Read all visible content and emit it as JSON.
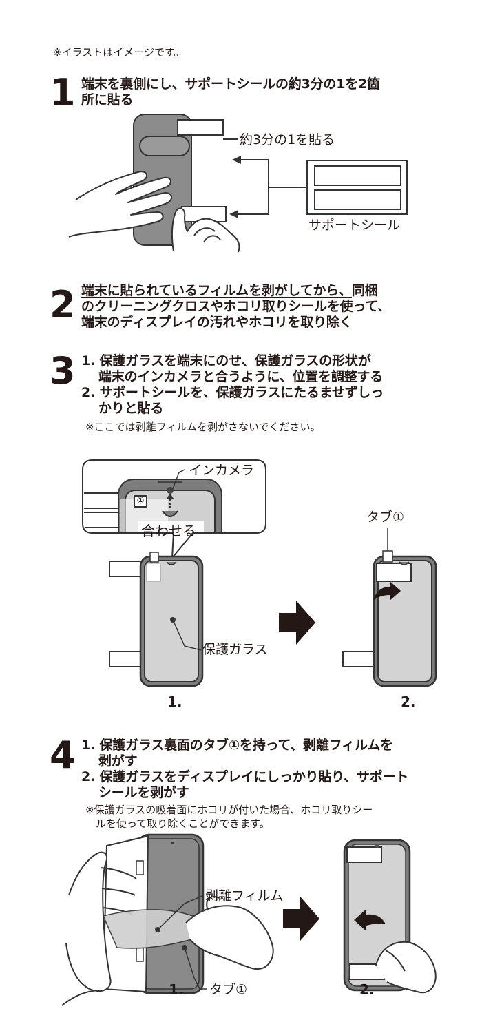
{
  "top_note": "※イラストはイメージです。",
  "step1": {
    "number": "1",
    "lines": [
      "端末を裏側にし、サポートシールの約3分の1を2箇",
      "所に貼る"
    ],
    "label_approx": "約3分の1を貼る",
    "label_sticker": "サポートシール"
  },
  "step2": {
    "number": "2",
    "line1_underlined": "端末に貼られているフィルムを剥がしてから、",
    "line1_rest": "同梱",
    "line2": "のクリーニングクロスやホコリ取りシールを使って、",
    "line3": "端末のディスプレイの汚れやホコリを取り除く"
  },
  "step3": {
    "number": "3",
    "lines": [
      "1. 保護ガラスを端末にのせ、保護ガラスの形状が",
      "端末のインカメラと合うように、位置を調整する",
      "2. サポートシールを、保護ガラスにたるませずしっ",
      "かりと貼る"
    ],
    "note": "※ここでは剥離フィルムを剥がさないでください。",
    "label_incamera": "インカメラ",
    "label_align": "合わせる",
    "label_tab": "タブ①",
    "label_glass": "保護ガラス",
    "tab_mark": "①",
    "fig1": "1.",
    "fig2": "2."
  },
  "step4": {
    "number": "4",
    "lines": [
      "1. 保護ガラス裏面のタブ①を持って、剥離フィルムを",
      "剥がす",
      "2. 保護ガラスをディスプレイにしっかり貼り、サポート",
      "シールを剥がす"
    ],
    "note_lines": [
      "※保護ガラスの吸着面にホコリが付いた場合、ホコリ取りシー",
      "ルを使って取り除くことができます。"
    ],
    "label_film": "剥離フィルム",
    "label_tab": "タブ①",
    "fig1": "1.",
    "fig2": "2."
  }
}
